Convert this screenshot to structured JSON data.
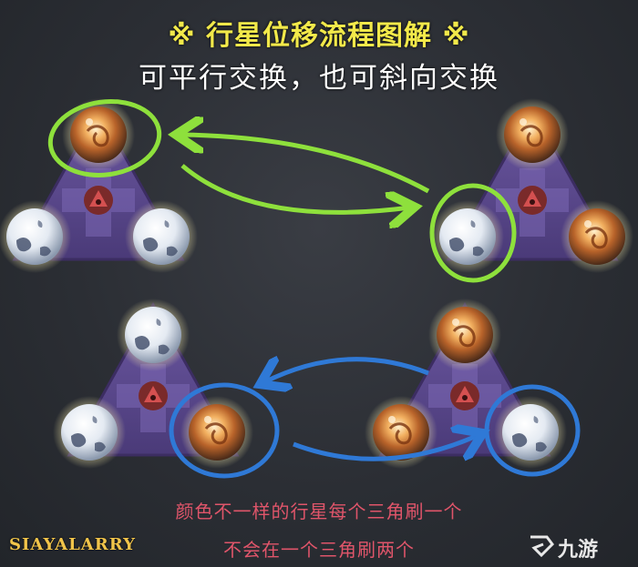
{
  "header": {
    "title": "※ 行星位移流程图解 ※",
    "subtitle": "可平行交换，也可斜向交换"
  },
  "footer": {
    "line1": "颜色不一样的行星每个三角刷一个",
    "line2": "不会在一个三角刷两个"
  },
  "branding": {
    "left_logo": "SIAYALARRY",
    "right_logo": "九游"
  },
  "colors": {
    "title": "#f2e94a",
    "caption": "#e0556a",
    "green_marker": "#8ee03c",
    "blue_marker": "#2f79d6",
    "triangle": "#5d4a8e"
  },
  "icons": [
    "fire-planet-icon",
    "moon-planet-icon",
    "triangle-pedestal-icon",
    "hazard-emblem-icon",
    "swap-arrow-icon"
  ]
}
